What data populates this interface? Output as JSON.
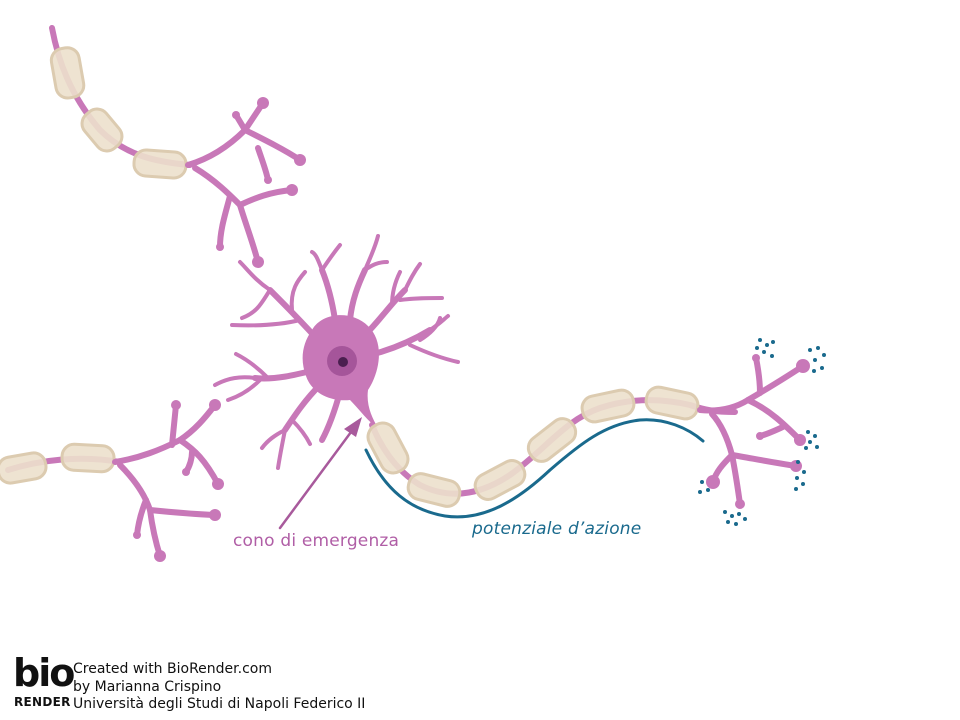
{
  "labels": {
    "axon_hillock": "cono di emergenza",
    "action_potential": "potenziale d’azione"
  },
  "credits": {
    "logo_word": "bio",
    "logo_sub": "RENDER",
    "line1": "Created with BioRender.com",
    "line2": "by Marianna Crispino",
    "line3": "Università degli Studi di Napoli Federico II"
  },
  "colors": {
    "neuron": "#c878b8",
    "neuron_dark": "#a85a9c",
    "myelin_fill": "#ece0cc",
    "myelin_stroke": "#dccbb0",
    "nucleus": "#a5559a",
    "nucleolus": "#4a1f4f",
    "action_potential": "#1a6a8d",
    "neurotransmitter": "#1a6a8d"
  }
}
